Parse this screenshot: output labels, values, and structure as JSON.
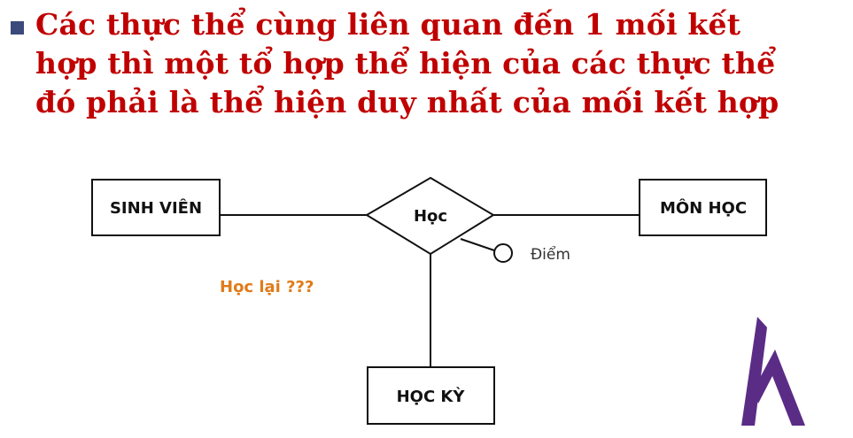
{
  "heading": {
    "lines": [
      "Các thực thể cùng liên quan đến 1 mối kết",
      "hợp thì một tổ hợp thể hiện của các thực thể",
      "đó phải là thể hiện duy nhất của mối kết hợp"
    ]
  },
  "diagram": {
    "entity_sinh_vien": "SINH VIÊN",
    "entity_mon_hoc": "MÔN HỌC",
    "entity_hoc_ky": "HỌC KỲ",
    "relationship": "Học",
    "attribute": "Điểm",
    "note": "Học lại ???"
  },
  "colors": {
    "heading": "#c00000",
    "bullet": "#3b4a7a",
    "note": "#e07b1a",
    "logo": "#5b2c86"
  },
  "logo": {
    "icon": "h-logo-icon"
  }
}
